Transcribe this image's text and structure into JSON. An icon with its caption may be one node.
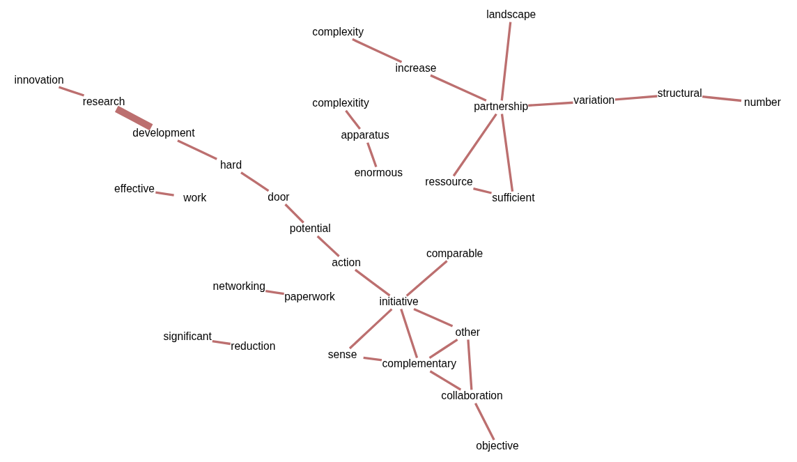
{
  "diagram": {
    "nodes": [
      {
        "text": [
          "innovation"
        ]
      },
      {
        "text": [
          "research"
        ]
      },
      {
        "text": [
          "development"
        ]
      },
      {
        "text": [
          "hard"
        ]
      },
      {
        "text": [
          "door"
        ]
      },
      {
        "text": [
          "potential"
        ]
      },
      {
        "text": [
          "action"
        ]
      },
      {
        "text": [
          "initiative"
        ]
      },
      {
        "text": [
          "sense"
        ]
      },
      {
        "text": [
          "complementary"
        ]
      },
      {
        "text": [
          "objective"
        ]
      },
      {
        "text": [
          "collaboration"
        ]
      },
      {
        "text": [
          "other"
        ]
      },
      {
        "text": [
          "comparable"
        ]
      },
      {
        "text": [
          "complexitity"
        ]
      },
      {
        "text": [
          "apparatus"
        ]
      },
      {
        "text": [
          "enormous"
        ]
      },
      {
        "text": [
          "networking"
        ]
      },
      {
        "text": [
          "paperwork"
        ]
      },
      {
        "text": [
          "effective"
        ]
      },
      {
        "text": [
          "work"
        ]
      },
      {
        "text": [
          "landscape"
        ]
      },
      {
        "text": [
          "sufficient"
        ]
      },
      {
        "text": [
          "ressource"
        ]
      },
      {
        "text": [
          "partnership"
        ]
      },
      {
        "text": [
          "variation"
        ]
      },
      {
        "text": [
          "complexity"
        ]
      },
      {
        "text": [
          "increase"
        ]
      },
      {
        "text": [
          "structural"
        ]
      },
      {
        "text": [
          "number"
        ]
      },
      {
        "text": [
          "significant"
        ]
      },
      {
        "text": [
          "reduction"
        ]
      }
    ],
    "edges": [
      {
        "from": 0,
        "to": 1,
        "arrow": "none"
      },
      {
        "from": 1,
        "to": 2,
        "arrow": "none",
        "style": "thick"
      },
      {
        "from": 2,
        "to": 3,
        "arrow": "none"
      },
      {
        "from": 3,
        "to": 4,
        "arrow": "none"
      },
      {
        "from": 4,
        "to": 5,
        "arrow": "none"
      },
      {
        "from": 5,
        "to": 6,
        "arrow": "none"
      },
      {
        "from": 6,
        "to": 7,
        "arrow": "none"
      },
      {
        "from": 7,
        "to": 8,
        "arrow": "none"
      },
      {
        "from": 7,
        "to": 9,
        "arrow": "none"
      },
      {
        "from": 7,
        "to": 12,
        "arrow": "none"
      },
      {
        "from": 7,
        "to": 13,
        "arrow": "none"
      },
      {
        "from": 8,
        "to": 9,
        "arrow": "none"
      },
      {
        "from": 9,
        "to": 12,
        "arrow": "none"
      },
      {
        "from": 9,
        "to": 11,
        "arrow": "none"
      },
      {
        "from": 12,
        "to": 11,
        "arrow": "none"
      },
      {
        "from": 11,
        "to": 10,
        "arrow": "none"
      },
      {
        "from": 14,
        "to": 15,
        "arrow": "none"
      },
      {
        "from": 15,
        "to": 16,
        "arrow": "none"
      },
      {
        "from": 17,
        "to": 18,
        "arrow": "none"
      },
      {
        "from": 19,
        "to": 20,
        "arrow": "none"
      },
      {
        "from": 21,
        "to": 24,
        "arrow": "none"
      },
      {
        "from": 23,
        "to": 22,
        "arrow": "none"
      },
      {
        "from": 23,
        "to": 24,
        "arrow": "none"
      },
      {
        "from": 22,
        "to": 24,
        "arrow": "none"
      },
      {
        "from": 24,
        "to": 27,
        "arrow": "none"
      },
      {
        "from": 27,
        "to": 26,
        "arrow": "none"
      },
      {
        "from": 24,
        "to": 25,
        "arrow": "none"
      },
      {
        "from": 25,
        "to": 28,
        "arrow": "none"
      },
      {
        "from": 28,
        "to": 29,
        "arrow": "none"
      },
      {
        "from": 30,
        "to": 31,
        "arrow": "none"
      }
    ]
  }
}
